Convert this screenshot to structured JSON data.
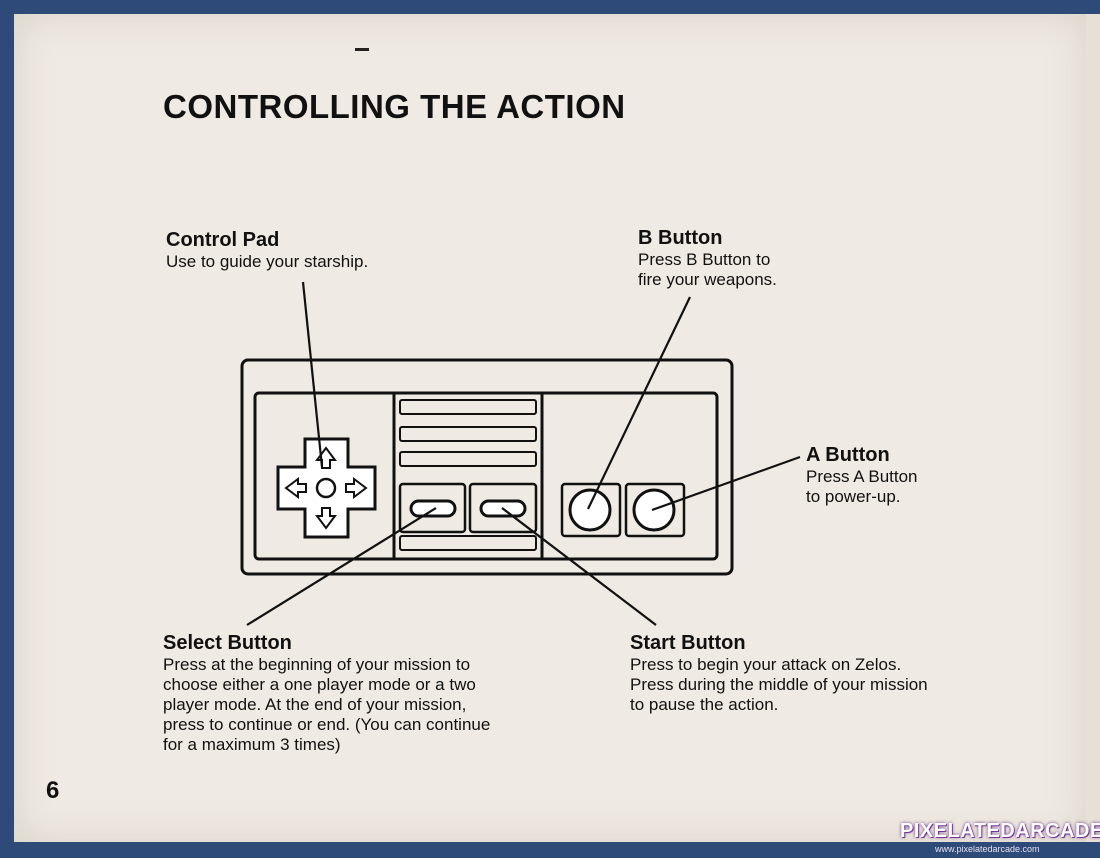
{
  "page": {
    "title": "CONTROLLING THE ACTION",
    "page_number": "6",
    "watermark": "PIXELATEDARCADE",
    "watermark_url": "www.pixelatedarcade.com"
  },
  "labels": {
    "control_pad": {
      "title": "Control Pad",
      "lines": [
        "Use to guide your starship."
      ]
    },
    "b_button": {
      "title": "B  Button",
      "lines": [
        "Press B Button to",
        "fire your weapons."
      ]
    },
    "a_button": {
      "title": "A  Button",
      "lines": [
        "Press A Button",
        "to power-up."
      ]
    },
    "select_button": {
      "title": "Select Button",
      "lines": [
        "Press at the beginning of your mission to",
        "choose either a one player mode or a two",
        "player mode. At the end of your mission,",
        "press to continue or end. (You can continue",
        "for a maximum 3 times)"
      ]
    },
    "start_button": {
      "title": "Start Button",
      "lines": [
        "Press to begin your attack on Zelos.",
        "Press during the middle of your mission",
        "to pause the action."
      ]
    }
  },
  "colors": {
    "paper": "#efeae3",
    "ink": "#111111",
    "background": "#2e4a78"
  }
}
